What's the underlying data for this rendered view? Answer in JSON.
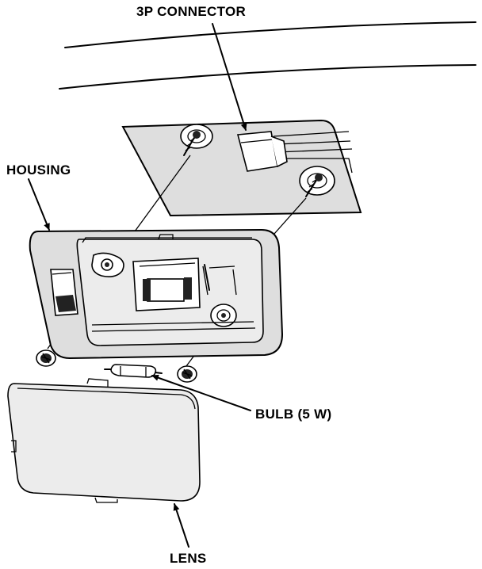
{
  "labels": {
    "connector": "3P CONNECTOR",
    "housing": "HOUSING",
    "bulb": "BULB (5 W)",
    "lens": "LENS"
  },
  "colors": {
    "line": "#000000",
    "part_fill": "#dedede",
    "background": "#ffffff"
  }
}
